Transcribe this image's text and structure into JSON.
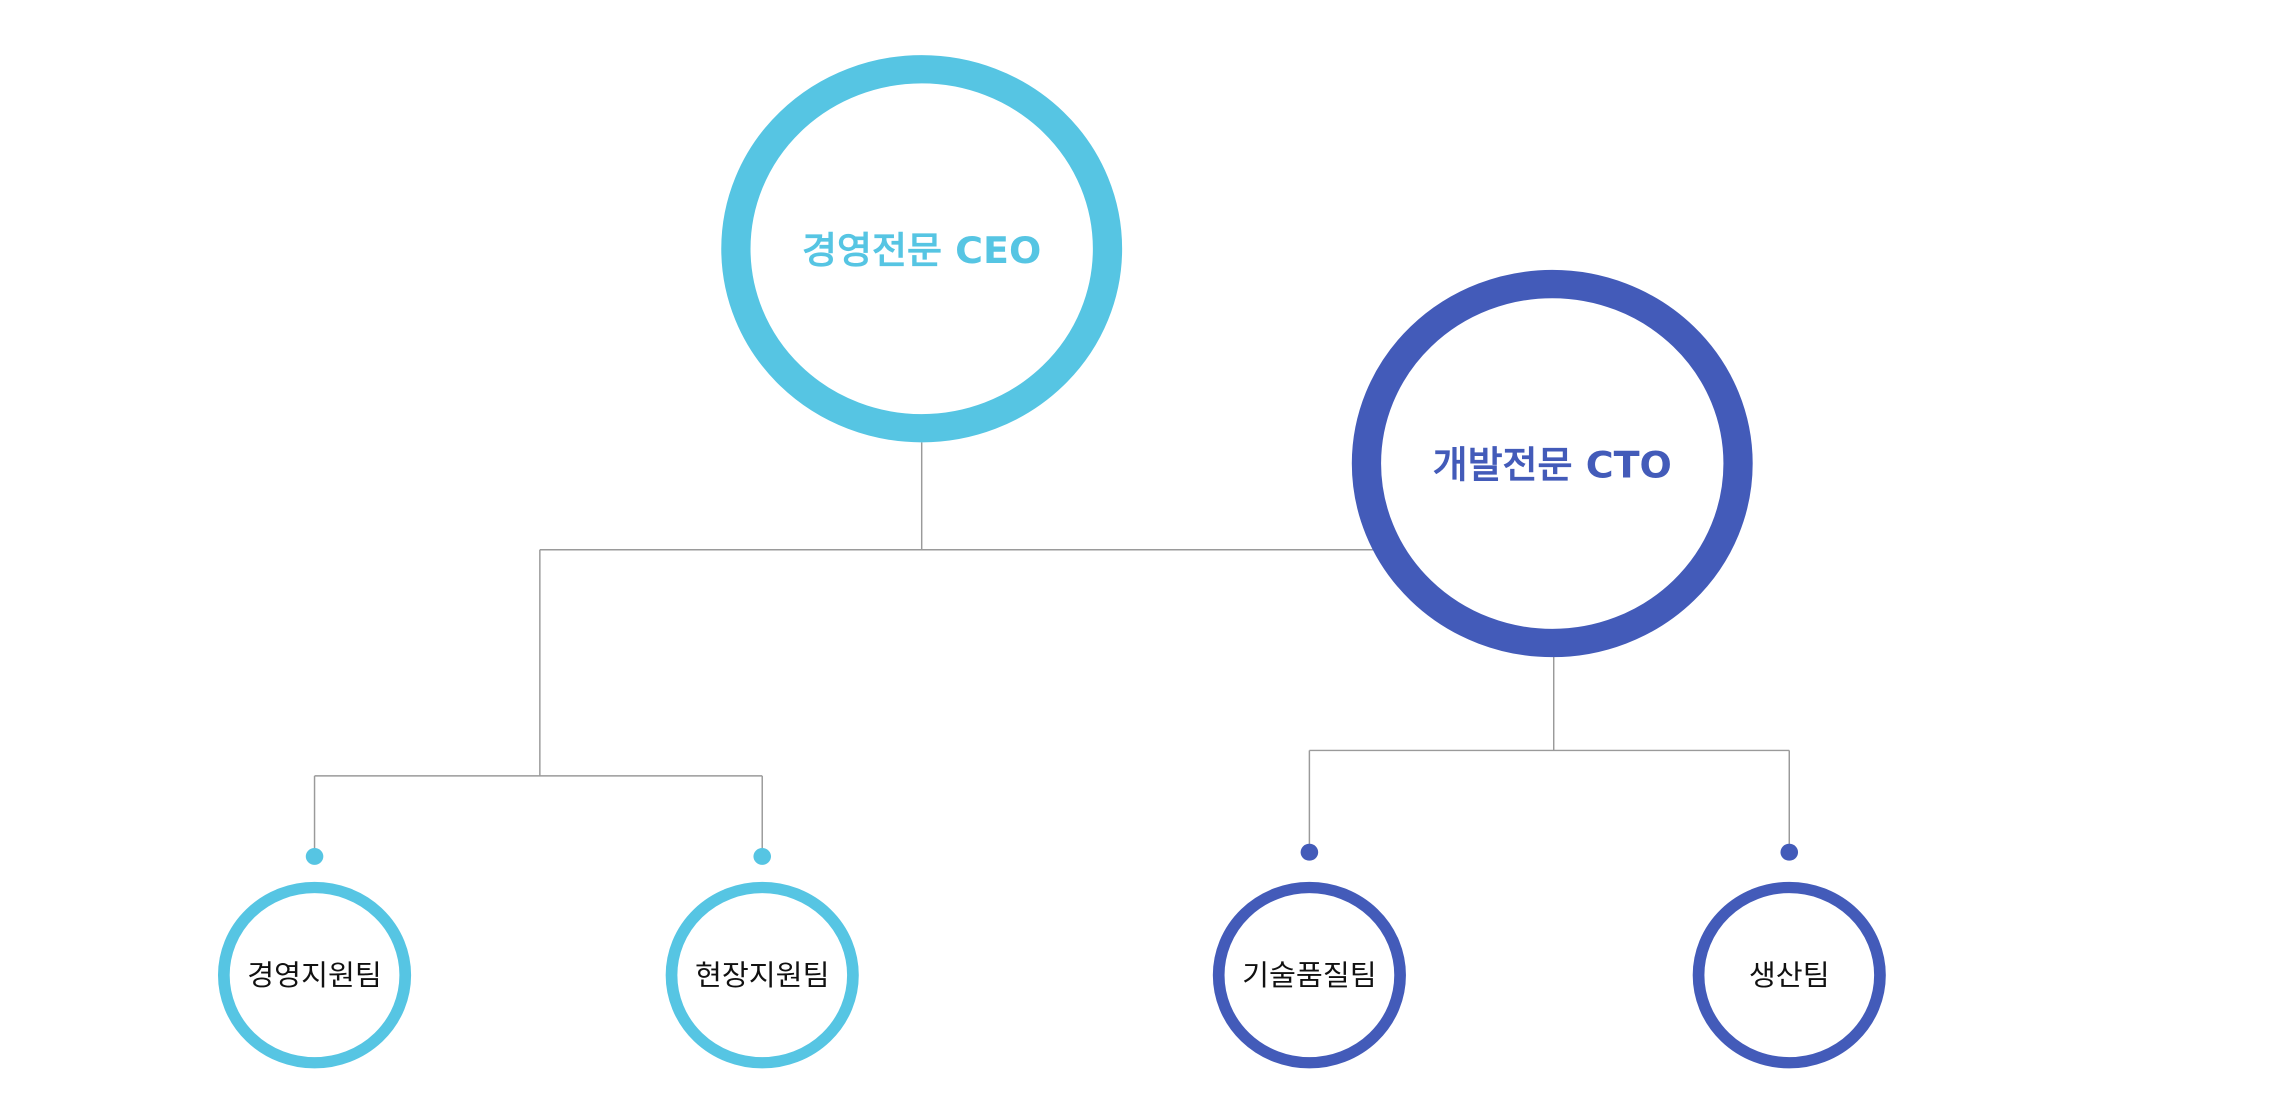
{
  "colors": {
    "management": "#56C5E3",
    "development": "#435BB9",
    "line": "#9a9a9a"
  },
  "ceo": {
    "label": "경영전문 CEO"
  },
  "cto": {
    "label": "개발전문 CTO"
  },
  "teams": [
    {
      "label": "경영지원팀"
    },
    {
      "label": "현장지원팀"
    },
    {
      "label": "기술품질팀"
    },
    {
      "label": "생산팀"
    }
  ]
}
